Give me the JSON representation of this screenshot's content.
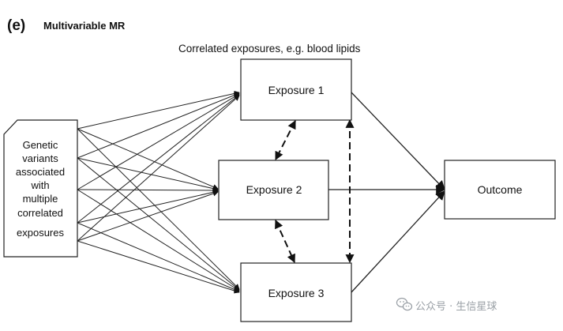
{
  "header": {
    "panel_label": "(e)",
    "panel_title": "Multivariable MR"
  },
  "caption": "Correlated exposures, e.g. blood lipids",
  "nodes": {
    "genetic_variants": [
      "Genetic",
      "variants",
      "associated",
      "with",
      "multiple",
      "correlated",
      "exposures"
    ],
    "exposure_1": "Exposure 1",
    "exposure_2": "Exposure 2",
    "exposure_3": "Exposure 3",
    "outcome": "Outcome"
  },
  "watermark": {
    "text": "公众号 · 生信星球",
    "icon": "wechat-icon"
  },
  "colors": {
    "stroke": "#222222",
    "watermark": "#9aa0a6"
  }
}
